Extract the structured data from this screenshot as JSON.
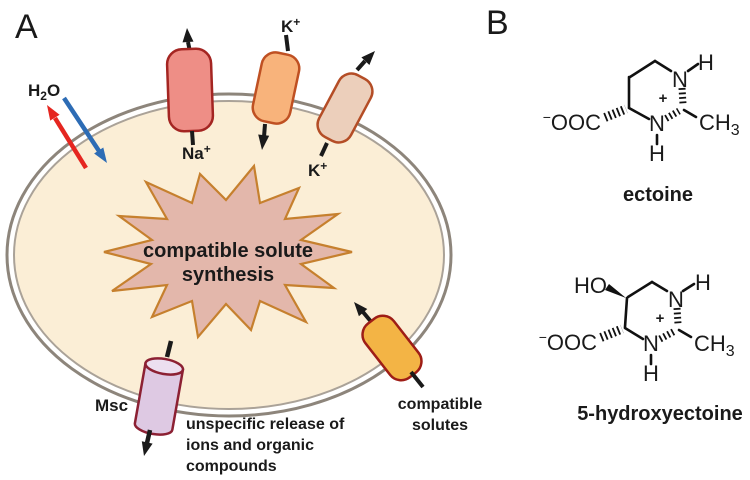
{
  "figure": {
    "panel_a_label": "A",
    "panel_b_label": "B"
  },
  "colors": {
    "cell_fill": "#fbeed6",
    "membrane_outer": "#8d857b",
    "membrane_inner": "#aaa298",
    "starburst_fill": "#e3b7ab",
    "starburst_stroke": "#c6802e",
    "na_pump_fill": "#ee8e86",
    "na_pump_stroke": "#a42522",
    "k_pump_fill": "#f8b37b",
    "k_pump_stroke": "#bf5022",
    "k_channel_fill": "#eccfbb",
    "k_channel_stroke": "#b44d26",
    "solute_transporter_fill": "#f3b445",
    "solute_transporter_stroke": "#9e1d16",
    "msc_fill": "#dec9e3",
    "msc_top_fill": "#ecdff0",
    "msc_stroke": "#8c2033",
    "water_out_arrow": "#e52620",
    "water_in_arrow": "#2d6cb5",
    "hydroxyl_red": "#e02317",
    "text": "#1a1a1a"
  },
  "panel_a": {
    "water": {
      "h": "H",
      "sub": "2",
      "o": "O"
    },
    "na_label": {
      "base": "Na",
      "sup": "+"
    },
    "k_top_label": {
      "base": "K",
      "sup": "+"
    },
    "k_right_label": {
      "base": "K",
      "sup": "+"
    },
    "starburst": {
      "line1": "compatible solute",
      "line2": "synthesis"
    },
    "msc_label": "Msc",
    "release": {
      "line1": "unspecific release of",
      "line2": "ions and organic",
      "line3": "compounds"
    },
    "solutes": {
      "line1": "compatible",
      "line2": "solutes"
    }
  },
  "panel_b": {
    "ectoine": {
      "name": "ectoine",
      "carboxylate_sup": "−",
      "carboxylate": "OOC",
      "n_top": "N",
      "h_top": "H",
      "n_bottom": "N",
      "h_bottom": "H",
      "plus": "+",
      "methyl": "CH",
      "methyl_sub": "3"
    },
    "hydroxyectoine": {
      "name": "5-hydroxyectoine",
      "hydroxyl": "HO",
      "carboxylate_sup": "−",
      "carboxylate": "OOC",
      "n_top": "N",
      "h_top": "H",
      "n_bottom": "N",
      "h_bottom": "H",
      "plus": "+",
      "methyl": "CH",
      "methyl_sub": "3"
    }
  }
}
